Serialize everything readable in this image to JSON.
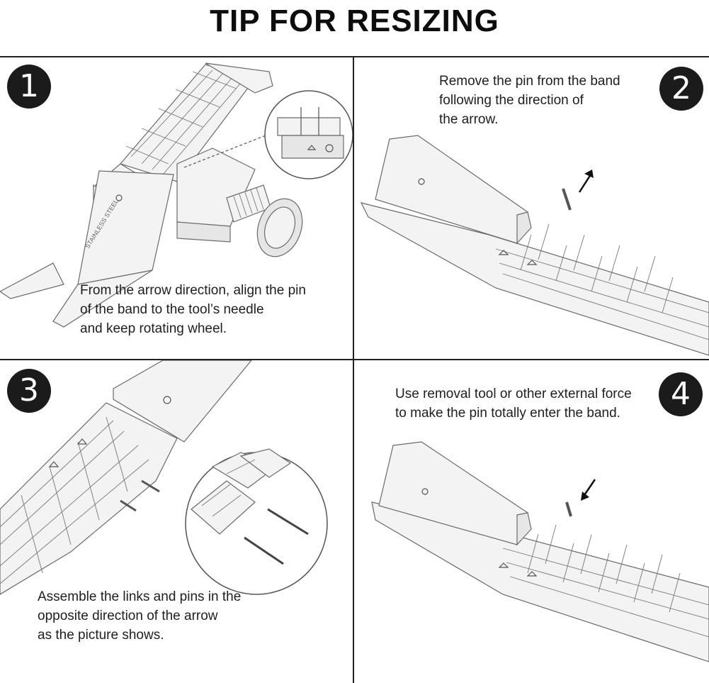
{
  "header": {
    "title": "TIP FOR RESIZING"
  },
  "steps": [
    {
      "number": "1",
      "lines": [
        "From the arrow direction, align the pin",
        "of the band to the tool’s needle",
        "and keep rotating wheel."
      ]
    },
    {
      "number": "2",
      "lines": [
        "Remove the pin from the band",
        "following the direction of",
        "the arrow."
      ]
    },
    {
      "number": "3",
      "lines": [
        "Assemble the links and pins in the",
        "opposite direction of the arrow",
        "as the picture shows."
      ]
    },
    {
      "number": "4",
      "lines": [
        "Use removal tool or other external force",
        "to make the pin totally enter the band."
      ]
    }
  ],
  "labels": {
    "clasp_engraving": "STAINLESS STEEL"
  },
  "colors": {
    "badge": "#1b1b1b",
    "divider": "#222222",
    "text": "#1e1e1e"
  },
  "icons": [
    "arrow-up-icon",
    "arrow-down-icon"
  ]
}
